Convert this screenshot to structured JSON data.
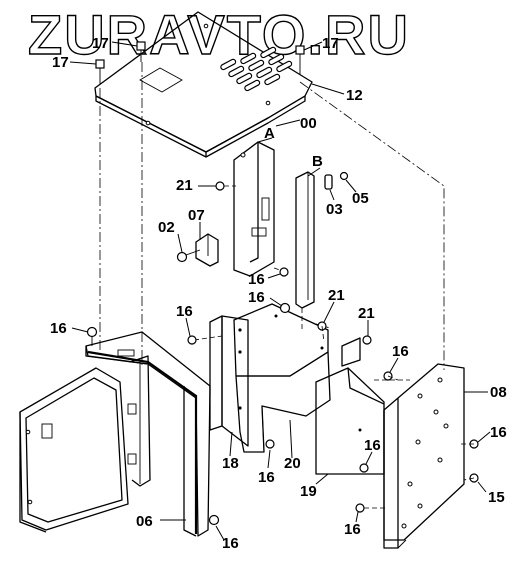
{
  "watermark": "ZURAVTO.RU",
  "part_labels": {
    "p00": "00",
    "p02": "02",
    "p03": "03",
    "p05": "05",
    "p06": "06",
    "p07": "07",
    "p08": "08",
    "p12": "12",
    "p15": "15",
    "p16": "16",
    "p17": "17",
    "p18": "18",
    "p19": "19",
    "p20": "20",
    "p21": "21"
  },
  "view_markers": {
    "a": "A",
    "b": "B"
  }
}
